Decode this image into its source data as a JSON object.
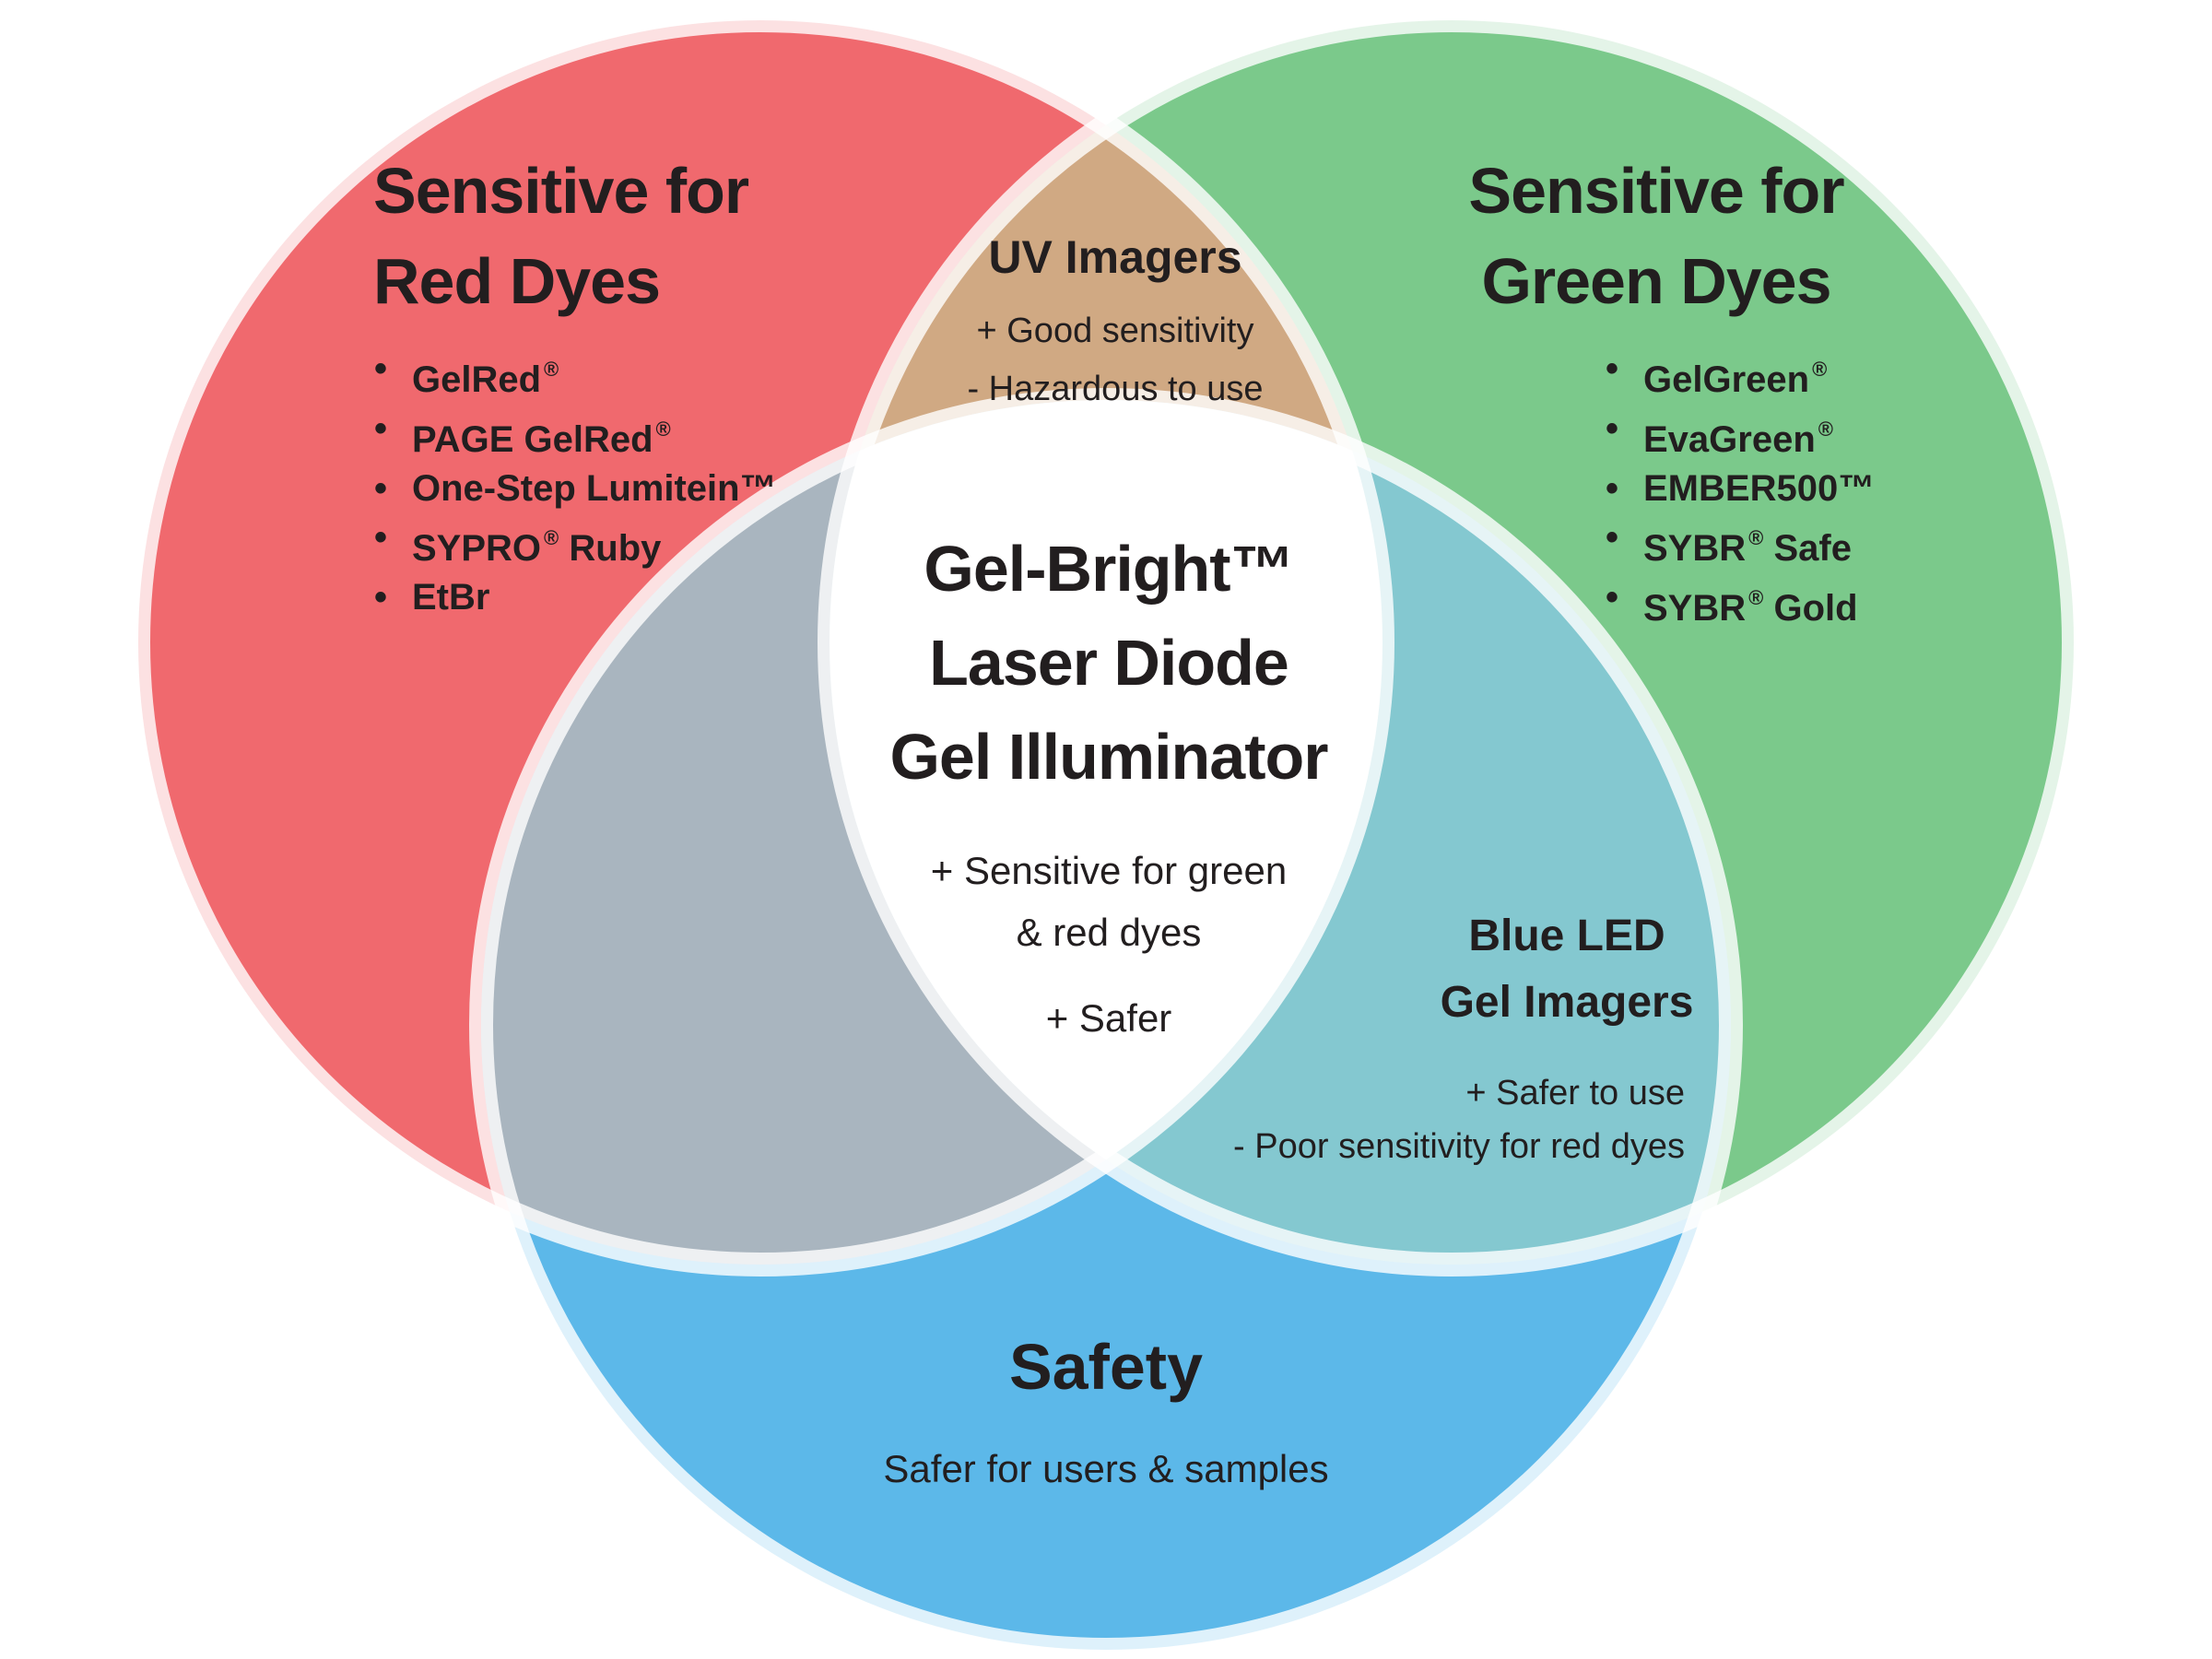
{
  "colors": {
    "red_circle": "#F0696E",
    "green_circle": "#7BC98B",
    "blue_circle": "#5CB8E9",
    "red_green_overlap": "#D0A983",
    "red_blue_overlap": "#A9B5BF",
    "green_blue_overlap": "#84C8D0",
    "triple_overlap": "#FFFFFF",
    "circle_edge": "rgba(255,255,255,0.8)",
    "text": "#221E1F"
  },
  "red_circle": {
    "heading_lines": [
      "Sensitive for",
      "Red Dyes"
    ],
    "items": [
      "GelRed®",
      "PAGE GelRed®",
      "One-Step Lumitein™",
      "SYPRO® Ruby",
      "EtBr"
    ]
  },
  "green_circle": {
    "heading_lines": [
      "Sensitive for",
      "Green Dyes"
    ],
    "items": [
      "GelGreen®",
      "EvaGreen®",
      "EMBER500™",
      "SYBR® Safe",
      "SYBR® Gold"
    ]
  },
  "blue_circle": {
    "heading": "Safety",
    "subtitle": "Safer for users & samples"
  },
  "uv_imagers": {
    "heading": "UV Imagers",
    "pros_cons": [
      "+ Good sensitivity",
      "- Hazardous to use"
    ]
  },
  "blue_led": {
    "heading_lines": [
      "Blue LED",
      "Gel Imagers"
    ],
    "pros_cons": [
      "+ Safer to use",
      "- Poor sensitivity for red dyes"
    ]
  },
  "center": {
    "heading_lines": [
      "Gel-Bright™",
      "Laser Diode",
      "Gel Illuminator"
    ],
    "pros_lines": [
      "+ Sensitive for green",
      "& red dyes"
    ],
    "pro2": "+ Safer"
  }
}
